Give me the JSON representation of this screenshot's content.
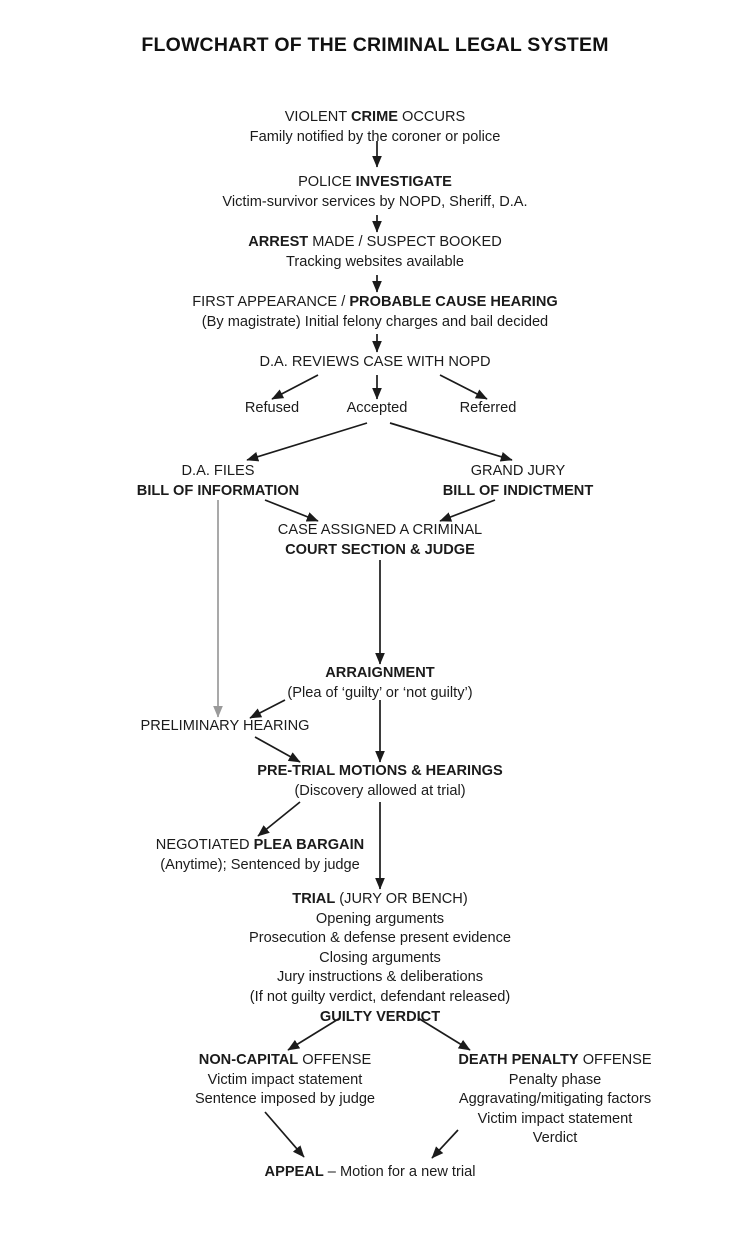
{
  "document": {
    "title": "FLOWCHART OF THE CRIMINAL LEGAL SYSTEM"
  },
  "colors": {
    "text": "#1b1b1b",
    "connector_black": "#1b1b1b",
    "connector_gray": "#9a9a9a",
    "background": "#ffffff"
  },
  "nodes": {
    "crime": {
      "line1_pre": "VIOLENT ",
      "line1_bold": "CRIME",
      "line1_post": " OCCURS",
      "line2": "Family notified by the coroner or police"
    },
    "investigate": {
      "line1_pre": "POLICE ",
      "line1_bold": "INVESTIGATE",
      "line1_post": "",
      "line2": "Victim-survivor services by NOPD, Sheriff, D.A."
    },
    "arrest": {
      "line1_bold": "ARREST",
      "line1_post": " MADE / SUSPECT BOOKED",
      "line2": "Tracking websites available"
    },
    "first_appearance": {
      "line1_pre": "FIRST APPEARANCE / ",
      "line1_bold": "PROBABLE CAUSE HEARING",
      "line2": "(By magistrate) Initial felony charges and bail decided"
    },
    "da_reviews": {
      "line1": "D.A. REVIEWS CASE WITH NOPD"
    },
    "refused": {
      "label": "Refused"
    },
    "accepted": {
      "label": "Accepted"
    },
    "referred": {
      "label": "Referred"
    },
    "da_files": {
      "line1": "D.A. FILES",
      "line2_bold": "BILL OF INFORMATION"
    },
    "grand_jury": {
      "line1": "GRAND JURY",
      "line2_bold": "BILL OF INDICTMENT"
    },
    "case_assigned": {
      "line1": "CASE ASSIGNED A CRIMINAL",
      "line2_bold": "COURT SECTION & JUDGE"
    },
    "arraignment": {
      "line1_bold": "ARRAIGNMENT",
      "line2": "(Plea of ‘guilty’ or ‘not guilty’)"
    },
    "preliminary_hearing": {
      "line1": "PRELIMINARY HEARING"
    },
    "pretrial": {
      "line1_bold": "PRE-TRIAL MOTIONS & HEARINGS",
      "line2": "(Discovery allowed at trial)"
    },
    "plea_bargain": {
      "line1_pre": "NEGOTIATED ",
      "line1_bold": "PLEA BARGAIN",
      "line2": "(Anytime); Sentenced by judge"
    },
    "trial": {
      "line1_bold": "TRIAL",
      "line1_post": " (JURY OR BENCH)",
      "line2": "Opening arguments",
      "line3": "Prosecution & defense present evidence",
      "line4": "Closing arguments",
      "line5": "Jury instructions & deliberations",
      "line6": "(If not guilty verdict, defendant released)",
      "line7_bold": "GUILTY VERDICT"
    },
    "non_capital": {
      "line1_bold": "NON-CAPITAL",
      "line1_post": " OFFENSE",
      "line2": "Victim impact statement",
      "line3": "Sentence imposed by judge"
    },
    "death_penalty": {
      "line1_bold": "DEATH PENALTY",
      "line1_post": " OFFENSE",
      "line2": "Penalty phase",
      "line3": "Aggravating/mitigating factors",
      "line4": "Victim impact statement",
      "line5": "Verdict"
    },
    "appeal": {
      "line1_bold": "APPEAL",
      "line1_post": " – Motion for a new trial"
    }
  }
}
